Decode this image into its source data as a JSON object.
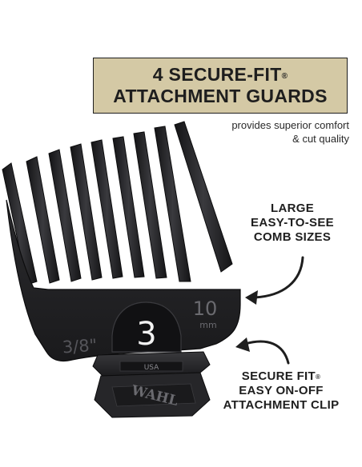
{
  "banner": {
    "line1": "4 SECURE-FIT",
    "line1_mark": "®",
    "line2": "ATTACHMENT GUARDS"
  },
  "subtitle": {
    "line1": "provides superior comfort",
    "line2": "& cut quality"
  },
  "callout_sizes": {
    "line1": "LARGE",
    "line2": "EASY-TO-SEE",
    "line3": "COMB SIZES"
  },
  "callout_clip": {
    "line1": "SECURE FIT",
    "line1_mark": "®",
    "line2": "EASY ON-OFF",
    "line3": "ATTACHMENT CLIP"
  },
  "guard": {
    "number": "3",
    "size_imperial": "3/8\"",
    "size_metric_value": "10",
    "size_metric_unit": "mm",
    "clip_origin": "USA",
    "clip_brand": "WAHL"
  },
  "colors": {
    "banner_bg": "#d4c9a5",
    "guard": "#1f1f21",
    "text": "#1e1e1e"
  }
}
